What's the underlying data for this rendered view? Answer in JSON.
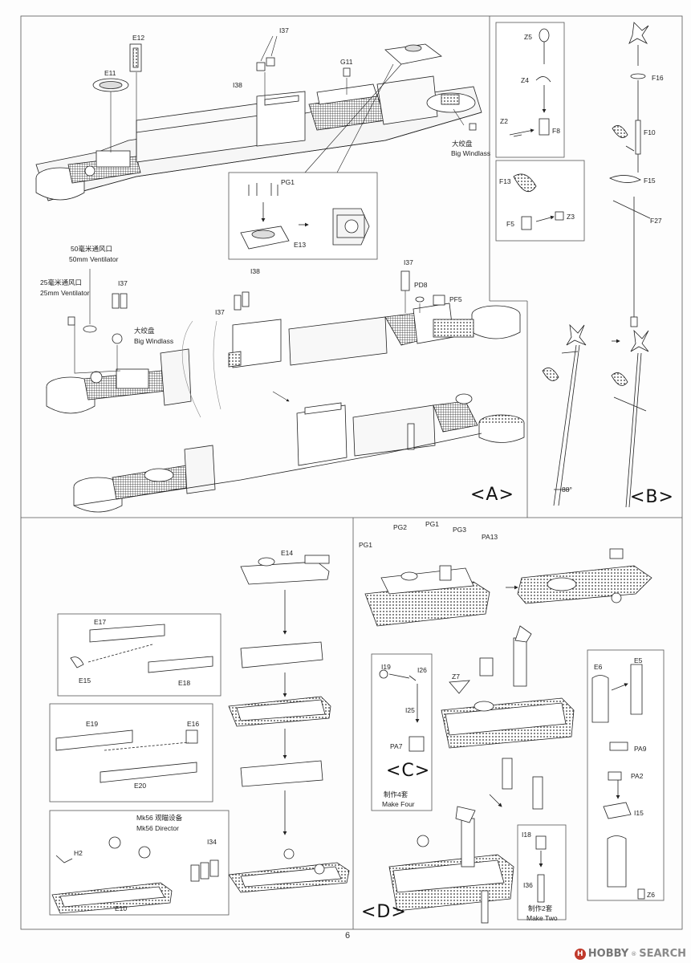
{
  "page_number": "6",
  "logo": {
    "text_a": "HOBBY",
    "text_b": "SEARCH",
    "mark": "H"
  },
  "section_a": {
    "marker": "<A>",
    "labels": {
      "e12": "E12",
      "i37_top": "I37",
      "i38_top": "I38",
      "e11": "E11",
      "g11": "G11",
      "big_windlass_cn_top": "大绞盘",
      "big_windlass_en_top": "Big Windlass",
      "pg1": "PG1",
      "e13": "E13",
      "vent50_cn": "50毫米通风口",
      "vent50_en": "50mm Ventilator",
      "vent25_cn": "25毫米通风口",
      "vent25_en": "25mm Ventilator",
      "i37_mid": "I37",
      "big_windlass_cn": "大绞盘",
      "big_windlass_en": "Big Windlass",
      "i38_mid": "I38",
      "i37_mid2": "I37",
      "i37_mid3": "I37",
      "pd8": "PD8",
      "pf5": "PF5"
    }
  },
  "section_b": {
    "marker": "<B>",
    "labels": {
      "z5": "Z5",
      "z4": "Z4",
      "z2": "Z2",
      "f8": "F8",
      "f16": "F16",
      "f10": "F10",
      "f15": "F15",
      "f13": "F13",
      "f5": "F5",
      "z3": "Z3",
      "f27": "F27",
      "angle": "88°"
    }
  },
  "section_c": {
    "marker": "<C>",
    "make_cn": "制作4套",
    "make_en": "Make Four",
    "labels": {
      "i19": "I19",
      "i26": "I26",
      "i25": "I25",
      "pa7": "PA7",
      "z7": "Z7"
    }
  },
  "section_d": {
    "marker": "<D>",
    "labels": {
      "e14": "E14",
      "e17": "E17",
      "e15": "E15",
      "e18": "E18",
      "e19": "E19",
      "e16": "E16",
      "e20": "E20",
      "mk56_cn": "Mk56 观瞄设备",
      "mk56_en": "Mk56 Director",
      "h2": "H2",
      "i34": "I34",
      "e10": "E10",
      "pg1": "PG1",
      "pg2": "PG2",
      "pg1b": "PG1",
      "pg3": "PG3",
      "pa13": "PA13",
      "e6": "E6",
      "e5": "E5",
      "pa9": "PA9",
      "pa2": "PA2",
      "i15": "I15",
      "z6": "Z6",
      "i18": "I18",
      "i36": "I36",
      "make_two_cn": "制作2套",
      "make_two_en": "Make Two"
    }
  }
}
